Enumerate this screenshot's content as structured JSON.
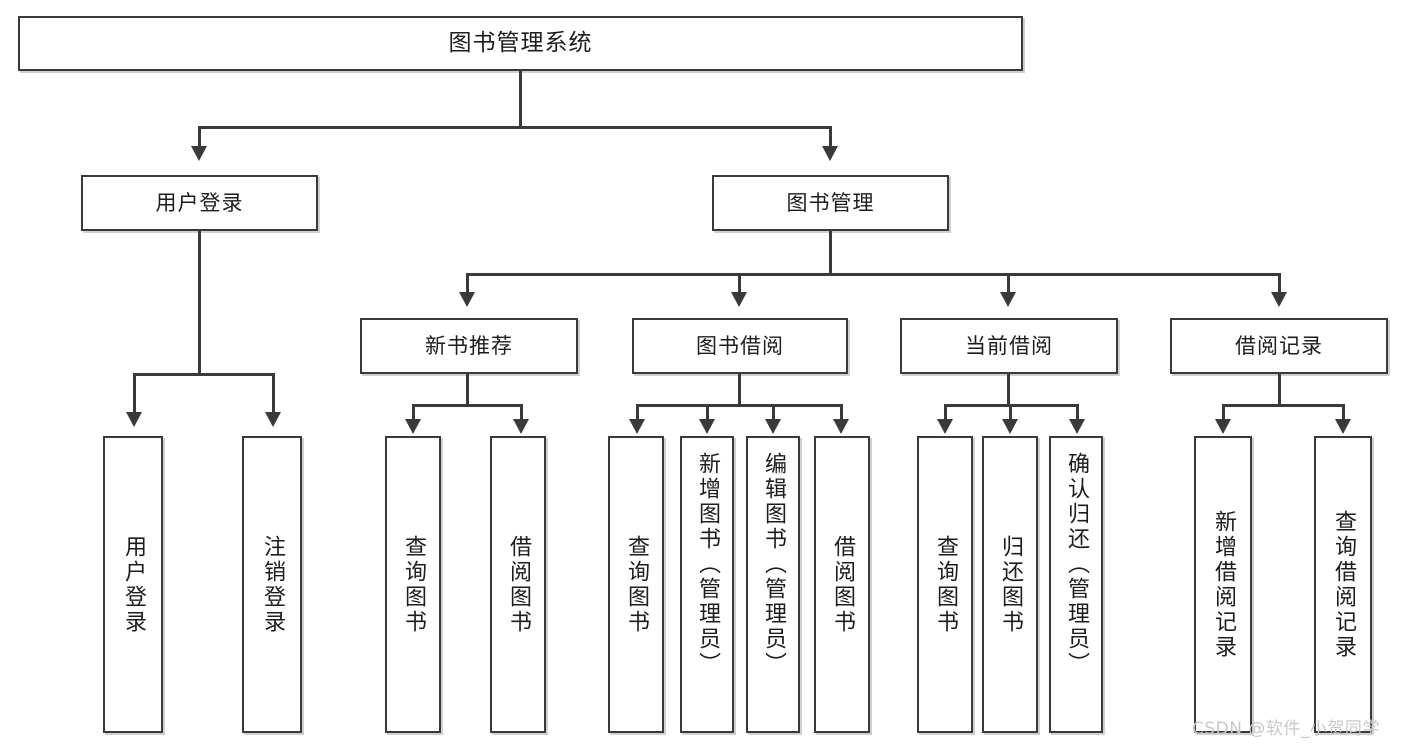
{
  "diagram": {
    "type": "tree-hierarchy-chart",
    "title": "图书管理系统",
    "root": {
      "label": "图书管理系统"
    },
    "level2": [
      {
        "label": "用户登录"
      },
      {
        "label": "图书管理"
      }
    ],
    "level3": [
      {
        "label": "新书推荐"
      },
      {
        "label": "图书借阅"
      },
      {
        "label": "当前借阅"
      },
      {
        "label": "借阅记录"
      }
    ],
    "leaves": {
      "user_login": [
        {
          "label": "用户登录"
        },
        {
          "label": "注销登录"
        }
      ],
      "new_book_recommend": [
        {
          "label": "查询图书"
        },
        {
          "label": "借阅图书"
        }
      ],
      "book_borrow": [
        {
          "label": "查询图书"
        },
        {
          "label": "新增图书（管理员）"
        },
        {
          "label": "编辑图书（管理员）"
        },
        {
          "label": "借阅图书"
        }
      ],
      "current_borrow": [
        {
          "label": "查询图书"
        },
        {
          "label": "归还图书"
        },
        {
          "label": "确认归还（管理员）"
        }
      ],
      "borrow_record": [
        {
          "label": "新增借阅记录"
        },
        {
          "label": "查询借阅记录"
        }
      ]
    }
  },
  "watermark": {
    "text": "CSDN @软件_小贺同学"
  },
  "colors": {
    "border": "#3a3a3a",
    "fill": "#ffffff",
    "text": "#1d1d1d",
    "watermark": "#c9c9c9"
  }
}
